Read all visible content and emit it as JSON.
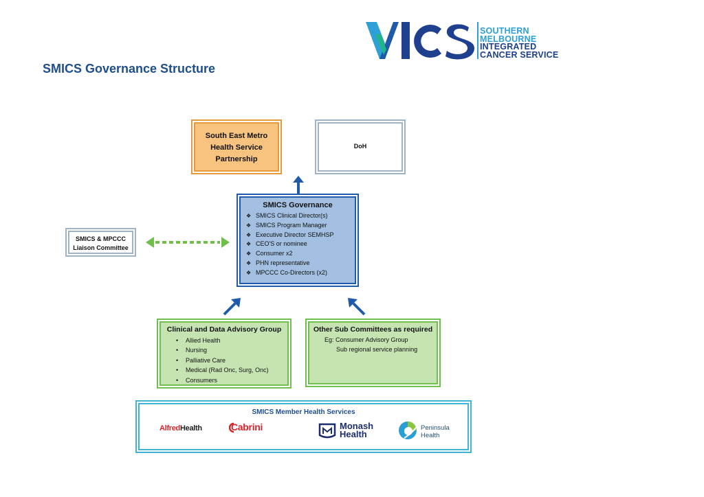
{
  "logo": {
    "mark_text": "VICS",
    "line1": "SOUTHERN",
    "line2": "MELBOURNE",
    "line3": "INTEGRATED",
    "line4": "CANCER SERVICE"
  },
  "title": "SMICS Governance Structure",
  "boxes": {
    "semhsp": {
      "lines": [
        "South East Metro",
        "Health Service",
        "Partnership"
      ]
    },
    "doh": {
      "label": "DoH"
    },
    "liaison": {
      "lines": [
        "SMICS & MPCCC",
        "Liaison Committee"
      ]
    },
    "governance": {
      "title": "SMICS Governance",
      "items": [
        "SMICS Clinical Director(s)",
        "SMICS Program Manager",
        "Executive Director SEMHSP",
        "CEO'S or nominee",
        "Consumer x2",
        "PHN representative",
        "MPCCC Co-Directors (x2)"
      ]
    },
    "cdag": {
      "title": "Clinical and Data Advisory Group",
      "items": [
        "Allied Health",
        "Nursing",
        "Palliative Care",
        "Medical (Rad Onc, Surg, Onc)",
        "Consumers"
      ]
    },
    "other": {
      "title": "Other Sub Committees as required",
      "line1": "Eg: Consumer Advisory Group",
      "line2": "Sub regional service planning"
    },
    "members": {
      "title": "SMICS Member Health Services",
      "alfred_a": "Alfred",
      "alfred_b": "Health",
      "cabrini": "Cabrini",
      "monash_1": "Monash",
      "monash_2": "Health",
      "peninsula_1": "Peninsula",
      "peninsula_2": "Health"
    }
  },
  "bullets": {
    "diamond": "❖",
    "dot": "•"
  },
  "colors": {
    "title": "#1f4e8c",
    "semhsp_fill": "#f7c37f",
    "governance_fill": "#a3c0e2",
    "green_fill": "#c6e4b1",
    "arrow_blue": "#1f5ba8",
    "arrow_green": "#6fbf4c",
    "members_border": "#3fb3d8"
  },
  "icons": [
    "up-arrow-icon",
    "diagonal-arrow-icon",
    "dotted-double-arrow-icon",
    "logo-icon"
  ]
}
